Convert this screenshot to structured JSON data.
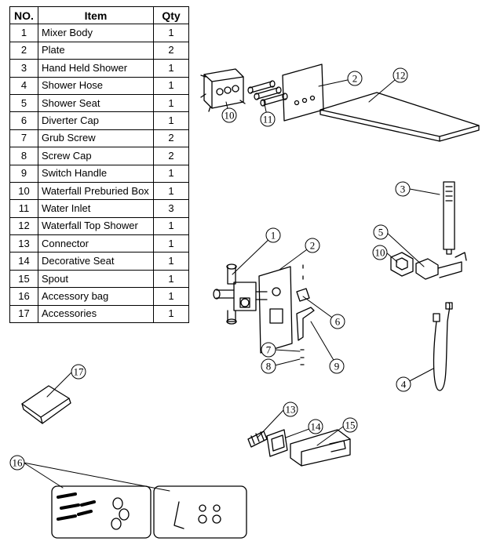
{
  "table": {
    "headers": {
      "no": "NO.",
      "item": "Item",
      "qty": "Qty"
    },
    "rows": [
      {
        "no": "1",
        "item": "Mixer Body",
        "qty": "1"
      },
      {
        "no": "2",
        "item": "Plate",
        "qty": "2"
      },
      {
        "no": "3",
        "item": "Hand Held Shower",
        "qty": "1"
      },
      {
        "no": "4",
        "item": "Shower Hose",
        "qty": "1"
      },
      {
        "no": "5",
        "item": "Shower Seat",
        "qty": "1"
      },
      {
        "no": "6",
        "item": "Diverter Cap",
        "qty": "1"
      },
      {
        "no": "7",
        "item": "Grub Screw",
        "qty": "2"
      },
      {
        "no": "8",
        "item": "Screw Cap",
        "qty": "2"
      },
      {
        "no": "9",
        "item": "Switch Handle",
        "qty": "1"
      },
      {
        "no": "10",
        "item": "Waterfall Preburied Box",
        "qty": "1"
      },
      {
        "no": "11",
        "item": "Water Inlet",
        "qty": "3"
      },
      {
        "no": "12",
        "item": "Waterfall Top Shower",
        "qty": "1"
      },
      {
        "no": "13",
        "item": "Connector",
        "qty": "1"
      },
      {
        "no": "14",
        "item": "Decorative Seat",
        "qty": "1"
      },
      {
        "no": "15",
        "item": "Spout",
        "qty": "1"
      },
      {
        "no": "16",
        "item": "Accessory bag",
        "qty": "1"
      },
      {
        "no": "17",
        "item": "Accessories",
        "qty": "1"
      }
    ]
  },
  "callouts": {
    "c1": "1",
    "c2a": "2",
    "c2b": "2",
    "c3": "3",
    "c4": "4",
    "c5": "5",
    "c6": "6",
    "c7": "7",
    "c8": "8",
    "c9": "9",
    "c10a": "10",
    "c10b": "10",
    "c11": "11",
    "c12": "12",
    "c13": "13",
    "c14": "14",
    "c15": "15",
    "c16": "16",
    "c17": "17"
  }
}
